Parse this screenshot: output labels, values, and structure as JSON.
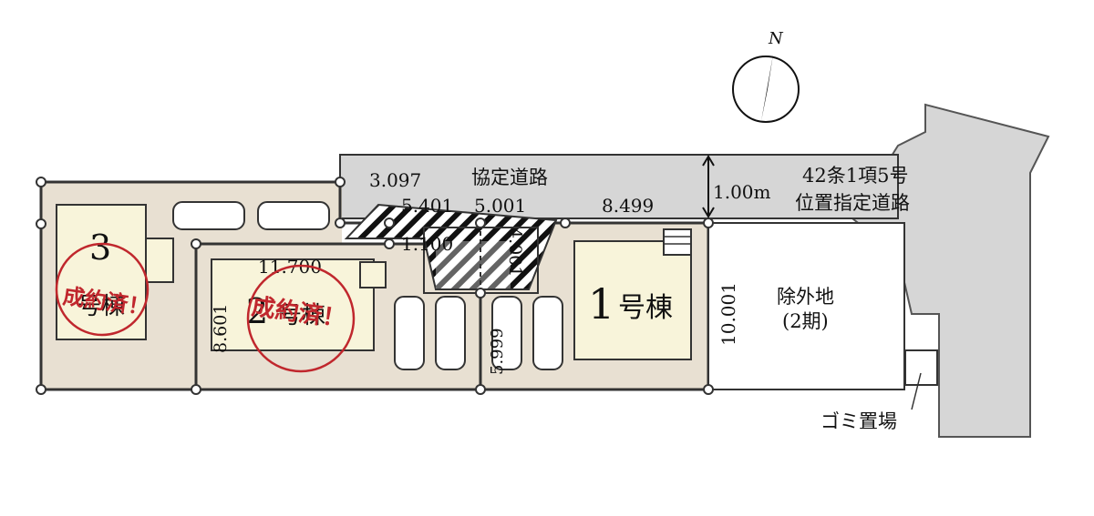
{
  "compass": {
    "north_label": "N"
  },
  "road": {
    "agreement_road": "協定道路",
    "designated_road_line1": "42条1項5号",
    "designated_road_line2": "位置指定道路",
    "width": "1.00m"
  },
  "dimensions": {
    "d1": "3.097",
    "d2": "5.401",
    "d3": "5.001",
    "d4": "8.499",
    "d5": "1.100",
    "d6": "11.700",
    "d7": "8.601",
    "d8": "4.001",
    "d9": "5.999",
    "d10": "10.001"
  },
  "lots": {
    "lot3_number": "3",
    "lot3_suffix": "号棟",
    "lot2_number": "2",
    "lot2_suffix": "号棟",
    "lot1_number": "1",
    "lot1_suffix": "号棟"
  },
  "stamps": {
    "sold": "成約済！"
  },
  "excluded": {
    "line1": "除外地",
    "line2": "(2期)"
  },
  "garbage": "ゴミ置場",
  "colors": {
    "lot_fill": "#e8e0d2",
    "building_fill": "#f8f4da",
    "road_fill": "#d6d6d6",
    "stamp": "#c0272d"
  }
}
